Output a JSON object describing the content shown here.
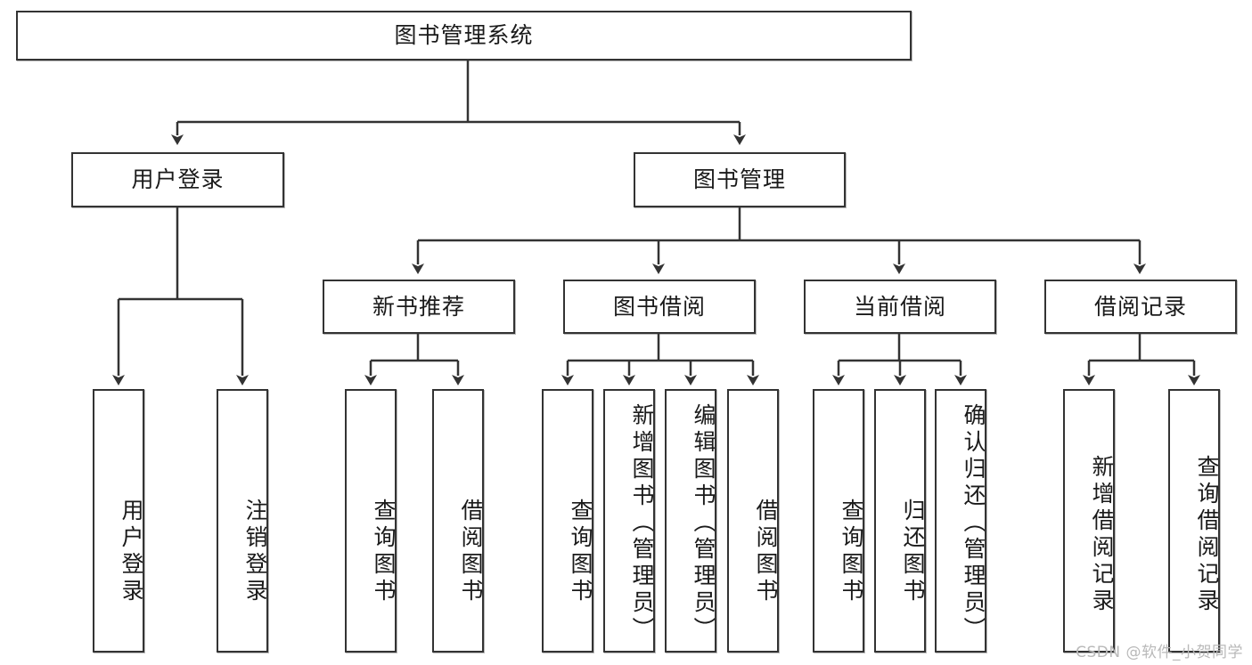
{
  "diagram": {
    "title": "图书管理系统",
    "watermark": "CSDN @软件_小贺同学",
    "root": {
      "id": "root",
      "label": "图书管理系统"
    },
    "level1": [
      {
        "id": "user-login",
        "label": "用户登录"
      },
      {
        "id": "book-manage",
        "label": "图书管理"
      }
    ],
    "level2": [
      {
        "id": "new-book-rec",
        "label": "新书推荐"
      },
      {
        "id": "book-borrow",
        "label": "图书借阅"
      },
      {
        "id": "current-borrow",
        "label": "当前借阅"
      },
      {
        "id": "borrow-record",
        "label": "借阅记录"
      }
    ],
    "leaves": {
      "user_login": [
        {
          "id": "leaf-user-login",
          "label": "用户登录"
        },
        {
          "id": "leaf-logout",
          "label": "注销登录"
        }
      ],
      "new_book_rec": [
        {
          "id": "leaf-query-book-1",
          "label": "查询图书"
        },
        {
          "id": "leaf-borrow-book-1",
          "label": "借阅图书"
        }
      ],
      "book_borrow": [
        {
          "id": "leaf-query-book-2",
          "label": "查询图书"
        },
        {
          "id": "leaf-add-book",
          "label": "新增图书（管理员）"
        },
        {
          "id": "leaf-edit-book",
          "label": "编辑图书（管理员）"
        },
        {
          "id": "leaf-borrow-book-2",
          "label": "借阅图书"
        }
      ],
      "current_borrow": [
        {
          "id": "leaf-query-book-3",
          "label": "查询图书"
        },
        {
          "id": "leaf-return-book",
          "label": "归还图书"
        },
        {
          "id": "leaf-confirm-return",
          "label": "确认归还（管理员）"
        }
      ],
      "borrow_record": [
        {
          "id": "leaf-add-record",
          "label": "新增借阅记录"
        },
        {
          "id": "leaf-query-record",
          "label": "查询借阅记录"
        }
      ]
    },
    "colors": {
      "stroke": "#333333",
      "fill": "#ffffff",
      "text": "#1a1a1a",
      "watermark": "#b9b9b9"
    }
  }
}
